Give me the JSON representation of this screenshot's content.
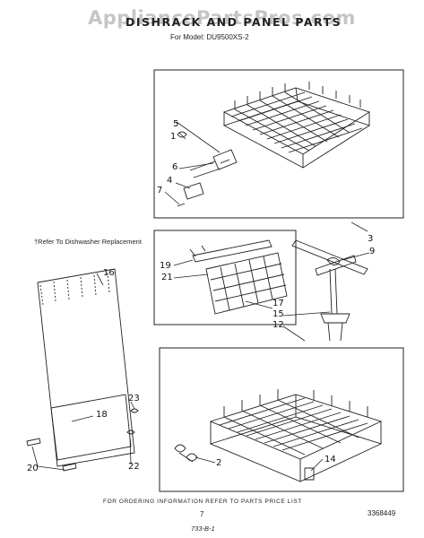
{
  "watermark": "AppliancePartsPros.com",
  "header": {
    "title": "DISHRACK AND PANEL PARTS",
    "model_line": "For Model: DU9500XS-2"
  },
  "side_note": "†Refer To Dishwasher Replacement",
  "callouts": {
    "c1": "1",
    "c2": "2",
    "c3": "3",
    "c4": "4",
    "c5": "5",
    "c6": "6",
    "c7": "7",
    "c9": "9",
    "c12": "12",
    "c14": "14",
    "c15": "15",
    "c16": "16",
    "c17": "17",
    "c18": "18",
    "c19": "19",
    "c20": "20",
    "c21": "21",
    "c22": "22",
    "c23": "23"
  },
  "footer": {
    "ordering_note": "FOR ORDERING INFORMATION REFER TO PARTS PRICE LIST",
    "page_number": "7",
    "document_number": "3368449",
    "revision_code": "733-B-1"
  }
}
